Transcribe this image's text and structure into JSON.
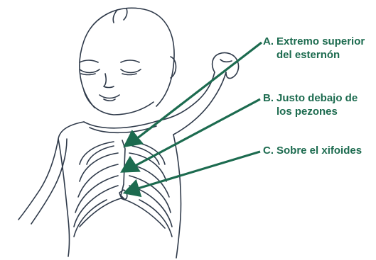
{
  "colors": {
    "accent": "#1c6b4f",
    "line": "#2f3a4a"
  },
  "labels": [
    {
      "letter": "A.",
      "line1": "Extremo superior",
      "line2": "del esternón"
    },
    {
      "letter": "B.",
      "line1": "Justo debajo de",
      "line2": "los pezones"
    },
    {
      "letter": "C.",
      "line1": "Sobre el xifoides",
      "line2": ""
    }
  ]
}
